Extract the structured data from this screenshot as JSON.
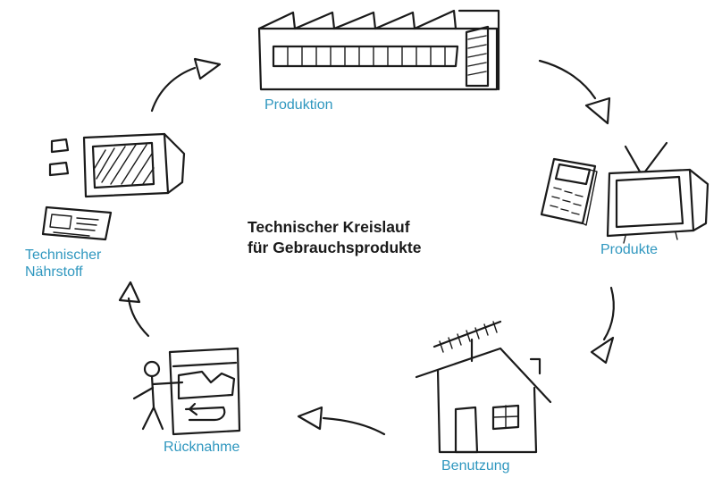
{
  "title": {
    "line1": "Technischer Kreislauf",
    "line2": "für Gebrauchsprodukte"
  },
  "stages": {
    "produktion": "Produktion",
    "produkte": "Produkte",
    "benutzung": "Benutzung",
    "ruecknahme": "Rücknahme",
    "naehrstoff_line1": "Technischer",
    "naehrstoff_line2": "Nährstoff"
  },
  "colors": {
    "label": "#2f97bf",
    "ink": "#1a1a1a"
  },
  "icons": [
    "factory-icon",
    "calculator-icon",
    "television-icon",
    "house-icon",
    "recycling-bin-icon",
    "person-icon",
    "tv-part-icon",
    "circuit-board-icon",
    "component-icon"
  ]
}
